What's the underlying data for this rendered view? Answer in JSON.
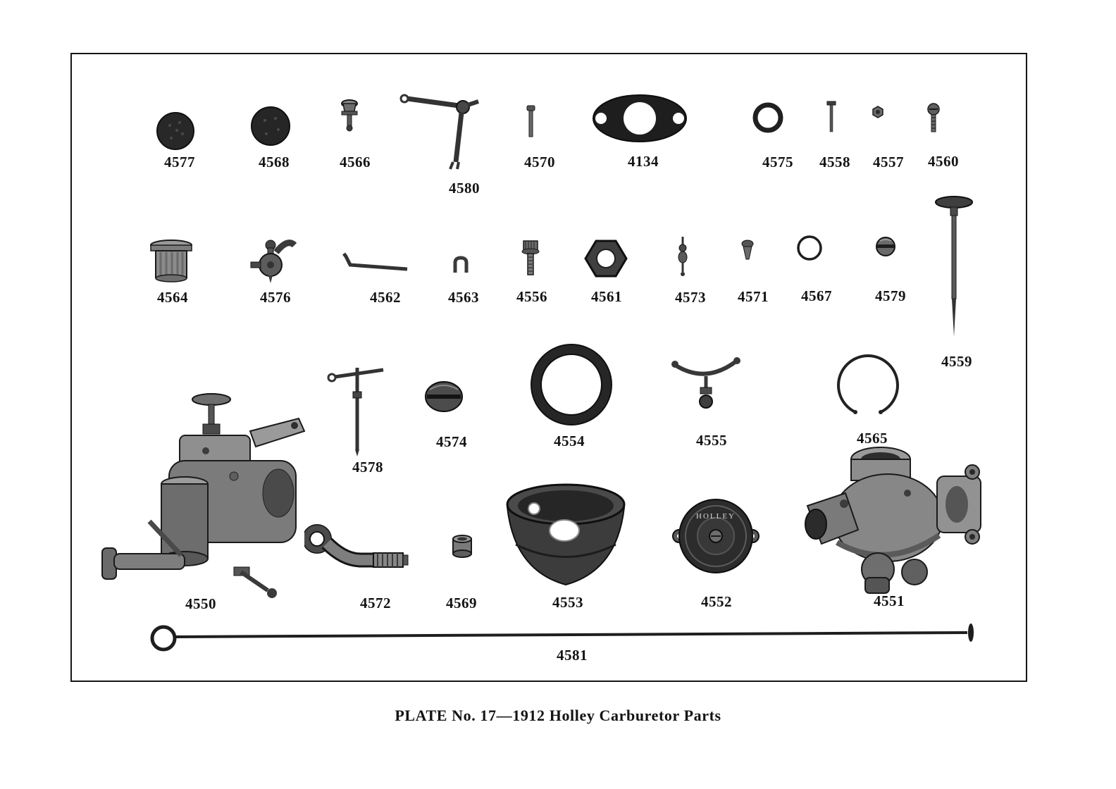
{
  "plate": {
    "caption": "PLATE No. 17—1912 Holley Carburetor Parts"
  },
  "labels": {
    "4577": "4577",
    "4568": "4568",
    "4566": "4566",
    "4580": "4580",
    "4570": "4570",
    "4134": "4134",
    "4575": "4575",
    "4558": "4558",
    "4557": "4557",
    "4560": "4560",
    "4564": "4564",
    "4576": "4576",
    "4562": "4562",
    "4563": "4563",
    "4556": "4556",
    "4561": "4561",
    "4573": "4573",
    "4571": "4571",
    "4567": "4567",
    "4579": "4579",
    "4559": "4559",
    "4578": "4578",
    "4574": "4574",
    "4554": "4554",
    "4555": "4555",
    "4565": "4565",
    "4550": "4550",
    "4572": "4572",
    "4569": "4569",
    "4553": "4553",
    "4552": "4552",
    "4551": "4551",
    "4581": "4581"
  },
  "markings": {
    "cap_brand": "HOLLEY"
  }
}
